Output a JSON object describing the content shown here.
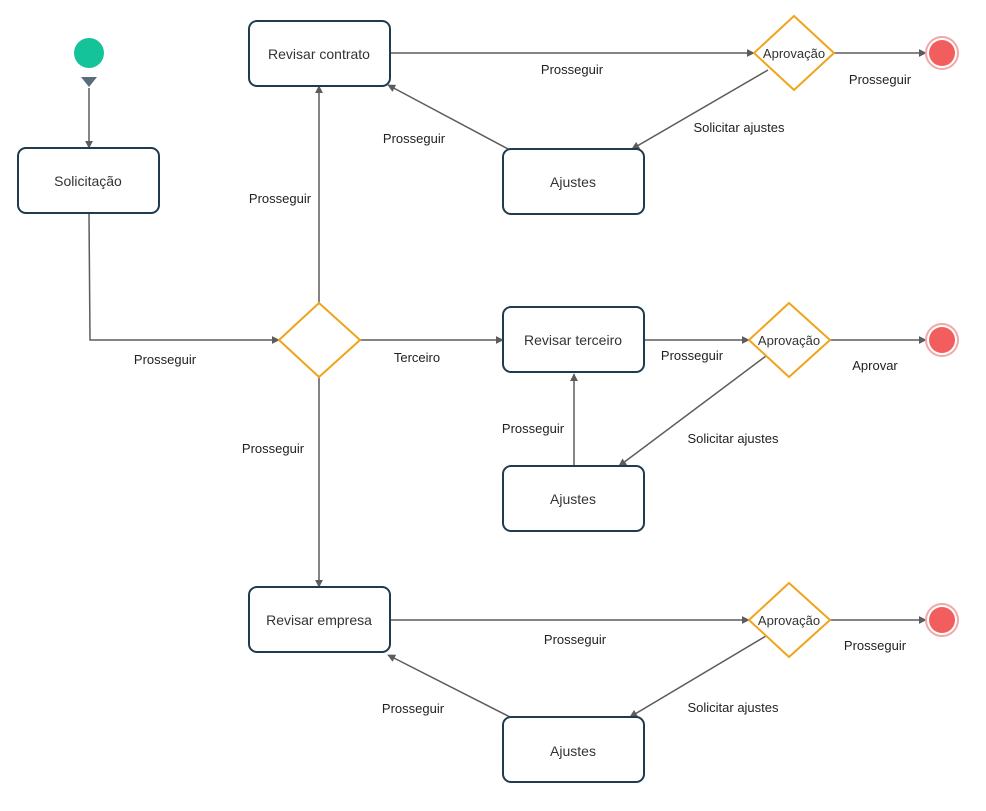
{
  "colors": {
    "start": "#15c39a",
    "end": "#f25d5d",
    "end_ring": "#f2a8a8",
    "box_stroke": "#1f3b4d",
    "diamond_stroke": "#f0a41c",
    "edge": "#5c5c5c"
  },
  "nodes": {
    "solicitacao": "Solicitação",
    "revisar_contrato": "Revisar contrato",
    "ajustes_contrato": "Ajustes",
    "aprovacao_contrato": "Aprovação",
    "revisar_terceiro": "Revisar terceiro",
    "ajustes_terceiro": "Ajustes",
    "aprovacao_terceiro": "Aprovação",
    "revisar_empresa": "Revisar empresa",
    "ajustes_empresa": "Ajustes",
    "aprovacao_empresa": "Aprovação"
  },
  "edges": {
    "solicitacao_to_decision": "Prosseguir",
    "decision_to_contrato": "Prosseguir",
    "decision_to_terceiro": "Terceiro",
    "decision_to_empresa": "Prosseguir",
    "contrato_to_aprovacao": "Prosseguir",
    "aprovacao_contrato_to_end": "Prosseguir",
    "aprovacao_contrato_to_ajustes": "Solicitar ajustes",
    "ajustes_contrato_to_revisar": "Prosseguir",
    "terceiro_to_aprovacao": "Prosseguir",
    "aprovacao_terceiro_to_end": "Aprovar",
    "aprovacao_terceiro_to_ajustes": "Solicitar ajustes",
    "ajustes_terceiro_to_revisar": "Prosseguir",
    "empresa_to_aprovacao": "Prosseguir",
    "aprovacao_empresa_to_end": "Prosseguir",
    "aprovacao_empresa_to_ajustes": "Solicitar ajustes",
    "ajustes_empresa_to_revisar": "Prosseguir"
  }
}
